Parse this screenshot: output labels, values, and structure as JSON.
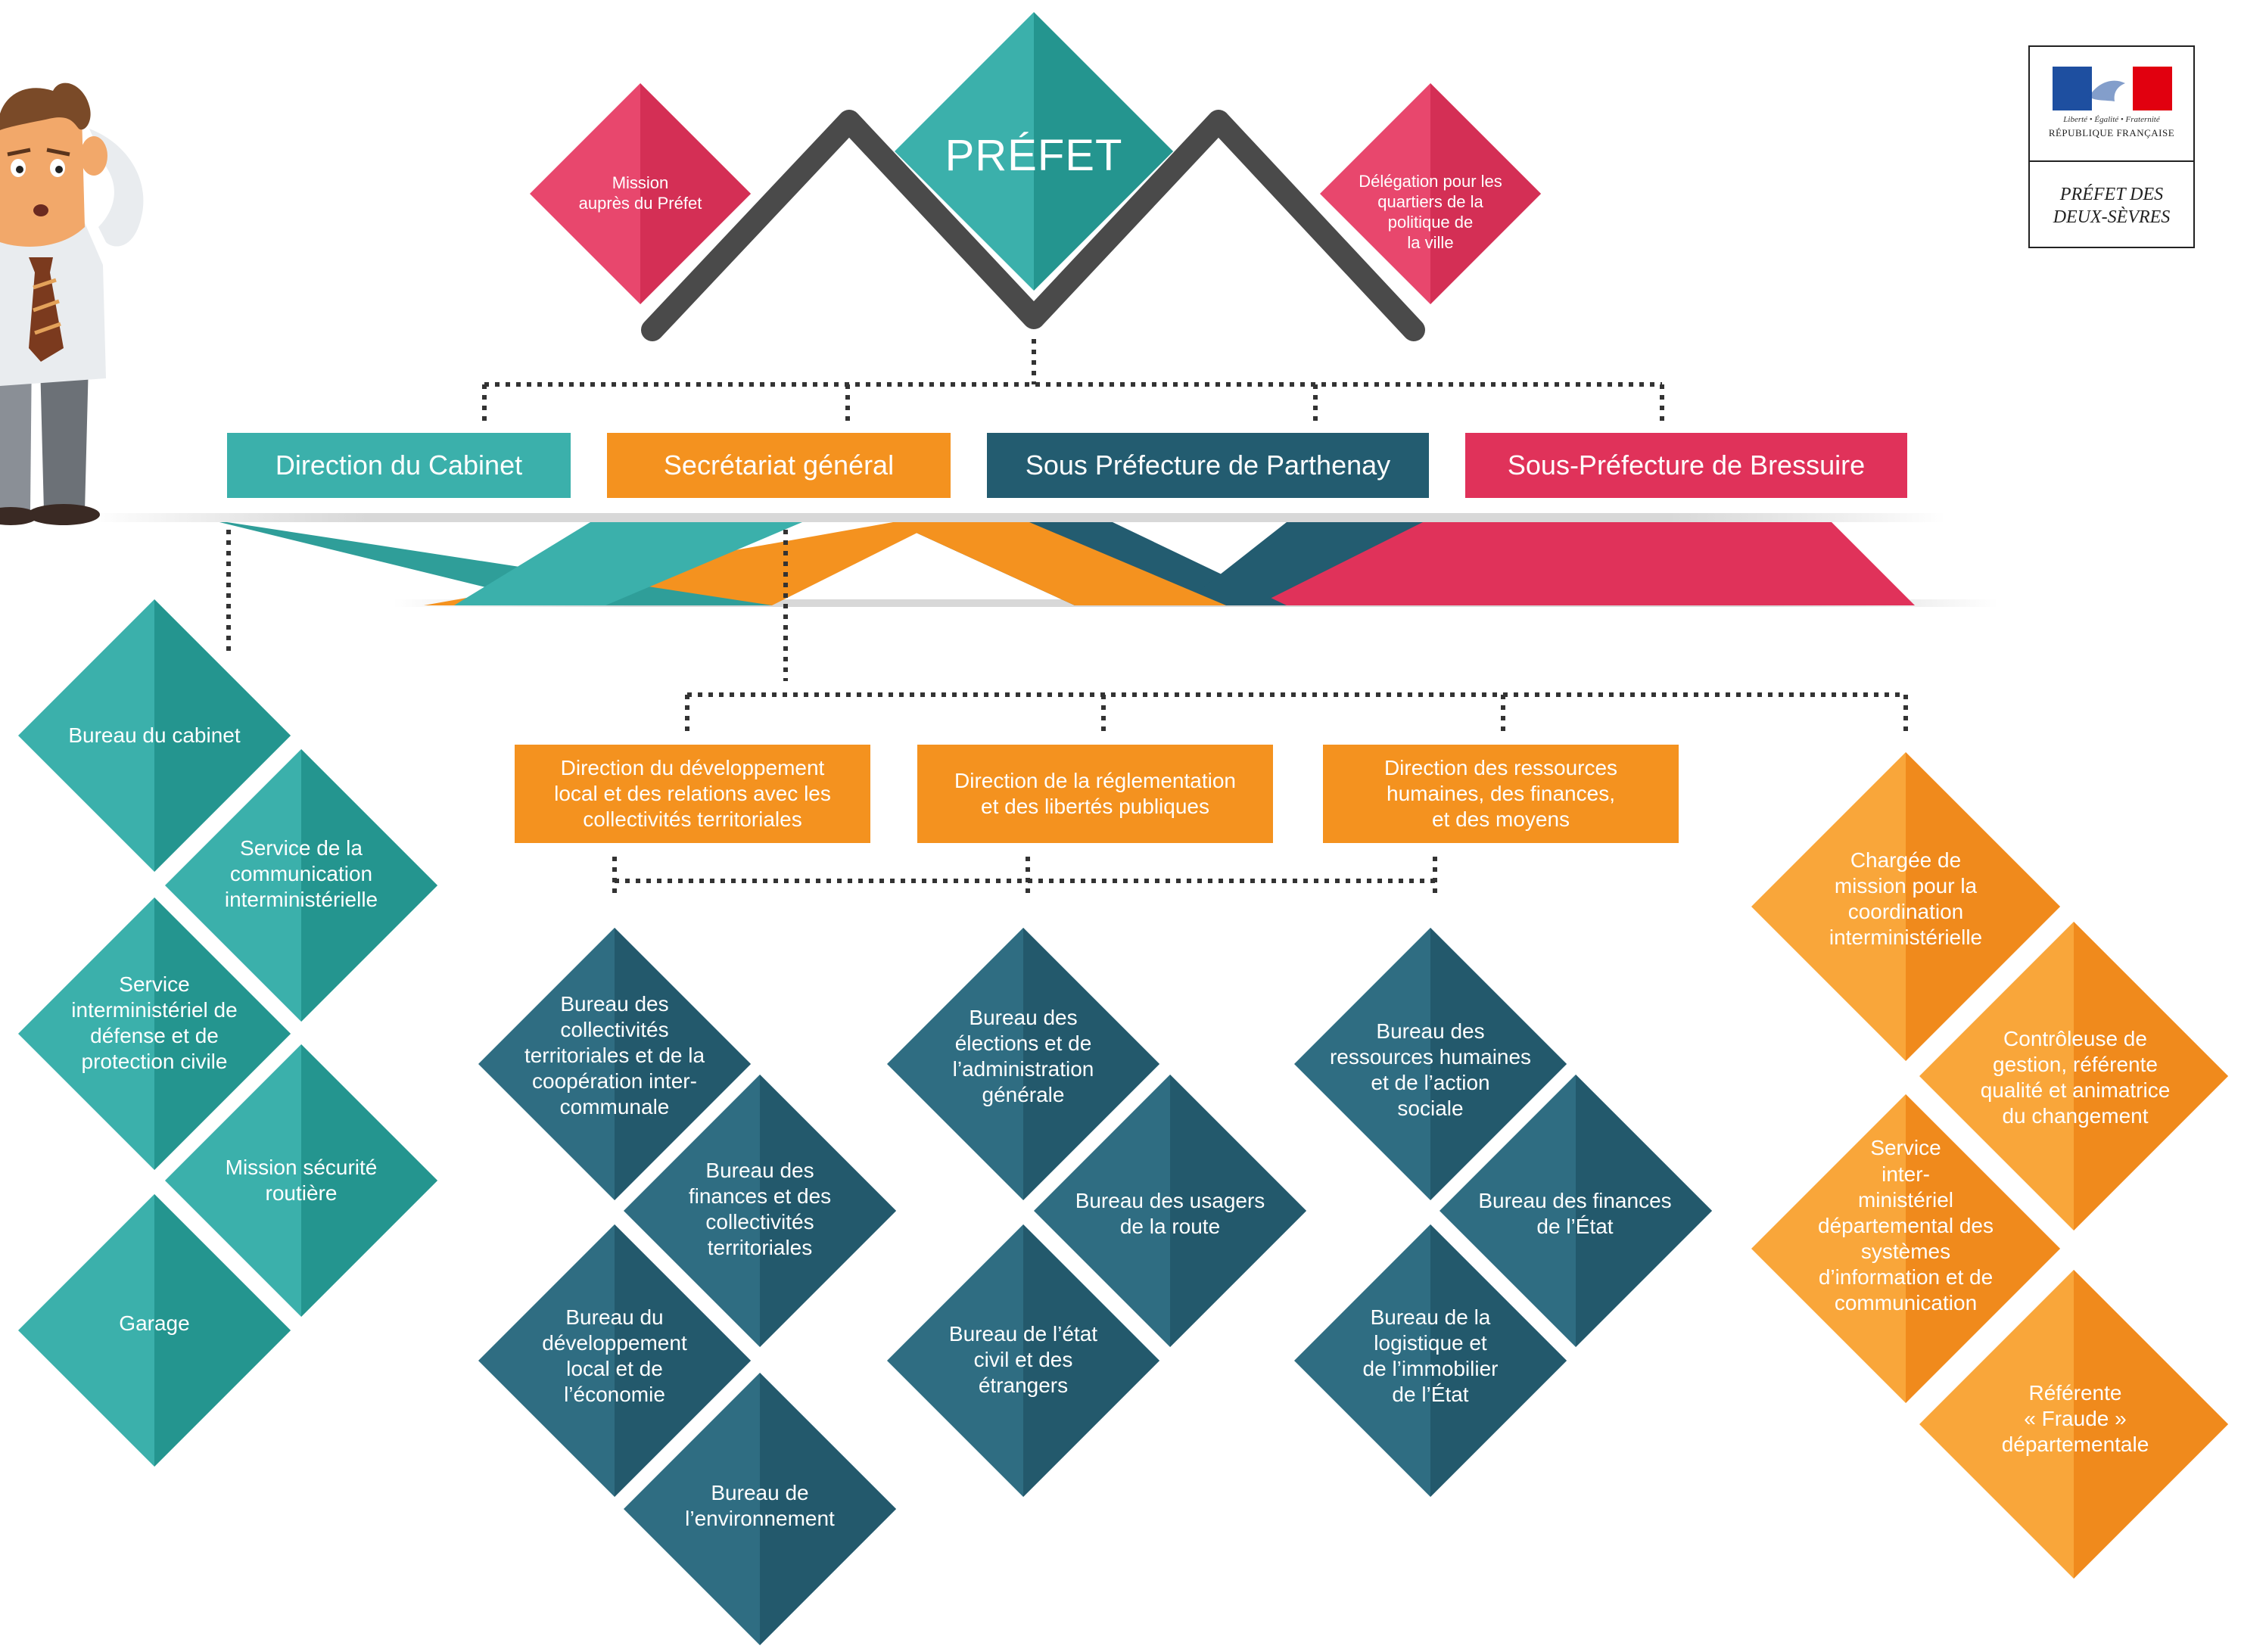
{
  "colors": {
    "teal": "#2f9e99",
    "teal_light": "#3bb0ab",
    "orange": "#f4921f",
    "orange_light": "#f9a63a",
    "navy": "#235c70",
    "navy_light": "#2f6d82",
    "red": "#e0325a",
    "red_light": "#e8476d",
    "gray": "#4a4a4a"
  },
  "top": {
    "prefet": "PRÉFET",
    "mission": "Mission\nauprès du Préfet",
    "delegation": "Délégation pour les\nquartiers de la\npolitique de\nla ville"
  },
  "logo": {
    "motto": "Liberté • Égalité • Fraternité",
    "republic": "RÉPUBLIQUE FRANÇAISE",
    "prefecture": "PRÉFET DES\nDEUX-SÈVRES"
  },
  "directions": {
    "cabinet": "Direction du Cabinet",
    "secretariat": "Secrétariat général",
    "parthenay": "Sous Préfecture de Parthenay",
    "bressuire": "Sous-Préfecture de Bressuire"
  },
  "sub_directions": {
    "dev_local": "Direction du développement\nlocal et des relations avec les\ncollectivités territoriales",
    "reglementation": "Direction de la réglementation\net des libertés publiques",
    "ressources": "Direction des ressources\nhumaines, des finances,\net des moyens"
  },
  "cabinet_units": {
    "bureau_cabinet": "Bureau du cabinet",
    "communication": "Service de la\ncommunication\ninterministérielle",
    "defense": "Service\ninterministériel de\ndéfense et de\nprotection civile",
    "securite_routiere": "Mission sécurité\nroutière",
    "garage": "Garage"
  },
  "dev_local_units": {
    "collectivites": "Bureau des\ncollectivités\nterritoriales et de la\ncoopération inter-\ncommunale",
    "finances_collectivites": "Bureau des\nfinances et des\ncollectivités\nterritoriales",
    "developpement": "Bureau du\ndéveloppement\nlocal et de\nl’économie",
    "environnement": "Bureau de\nl’environnement"
  },
  "reglementation_units": {
    "elections": "Bureau des\nélections et de\nl’administration\ngénérale",
    "usagers_route": "Bureau des usagers\nde la route",
    "etat_civil": "Bureau de l’état\ncivil et des\nétrangers"
  },
  "ressources_units": {
    "rh": "Bureau des\nressources humaines\net de l’action\nsociale",
    "finances_etat": "Bureau des finances\nde l’État",
    "logistique": "Bureau de la\nlogistique et\nde l’immobilier\nde l’État"
  },
  "orange_units": {
    "chargee_mission": "Chargée de\nmission pour la\ncoordination\ninterministérielle",
    "controleuse": "Contrôleuse de\ngestion, référente\nqualité et animatrice\ndu changement",
    "sidsic": "Service\ninter-\nministériel\ndépartemental des\nsystèmes\nd’information et de\ncommunication",
    "fraude": "Référente\n« Fraude »\ndépartementale"
  }
}
